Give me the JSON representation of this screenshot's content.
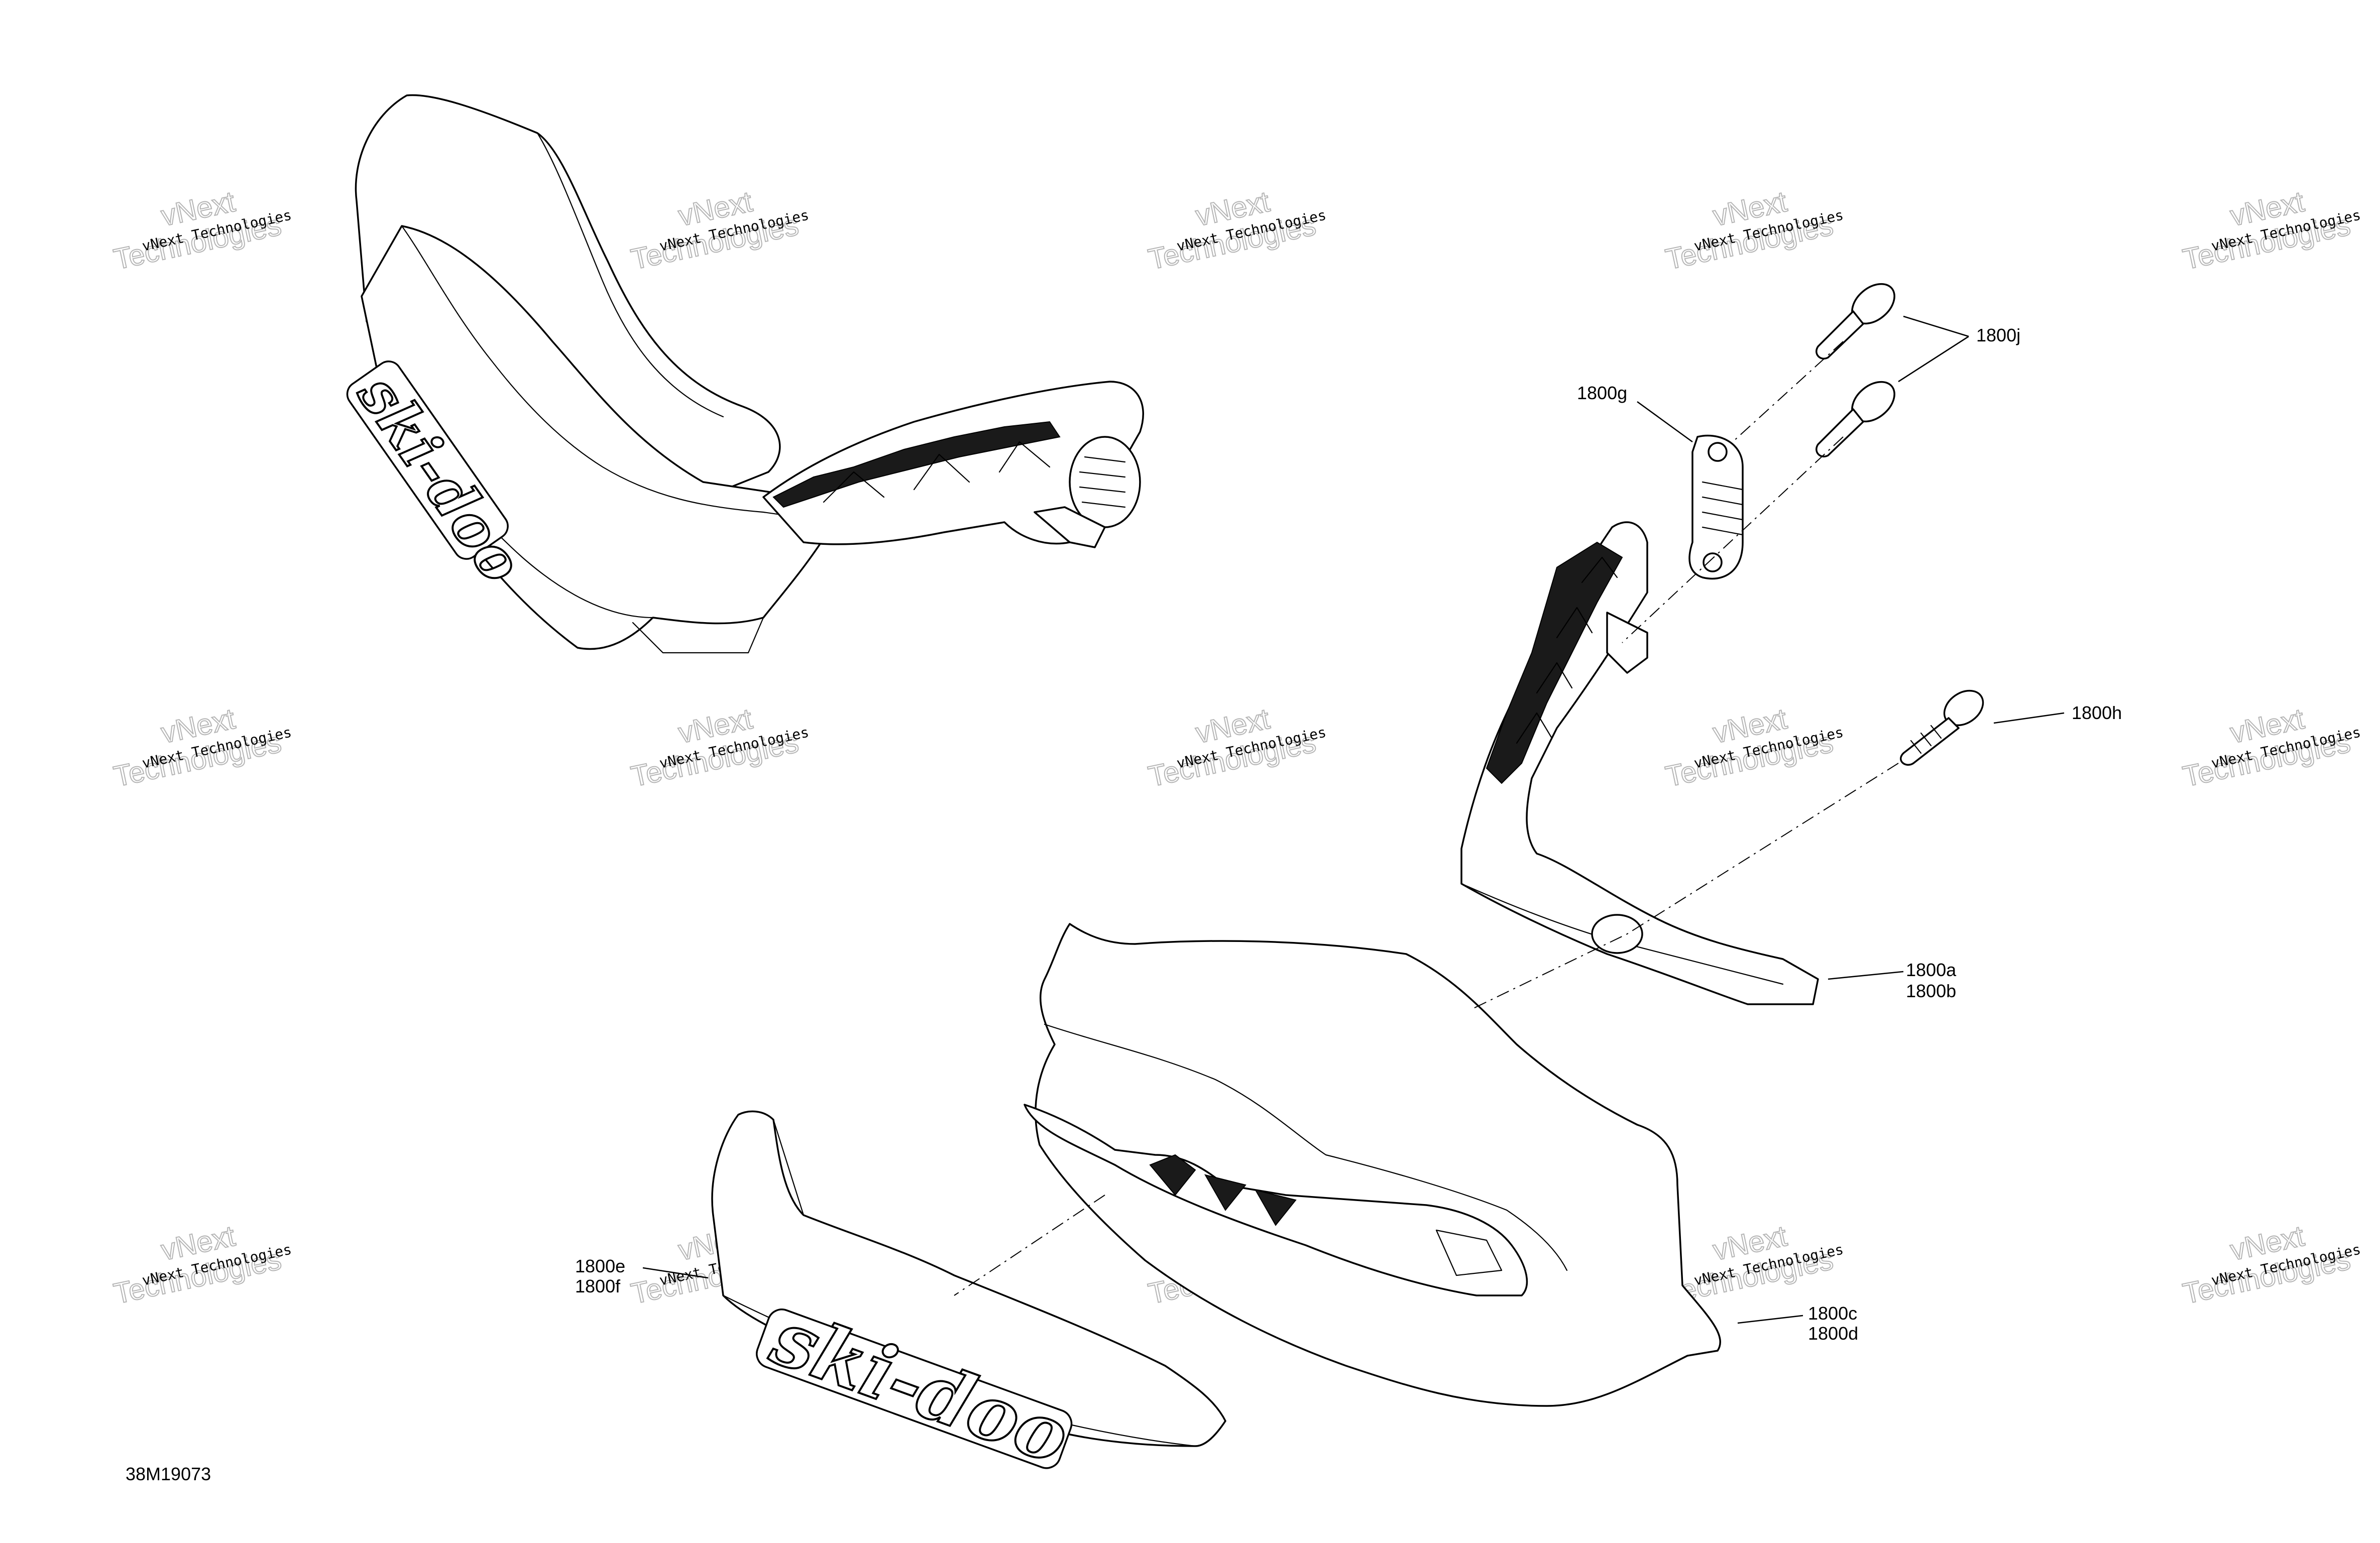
{
  "callouts": {
    "c1800j": "1800j",
    "c1800g": "1800g",
    "c1800h": "1800h",
    "c1800a": "1800a",
    "c1800b": "1800b",
    "c1800e": "1800e",
    "c1800f": "1800f",
    "c1800c": "1800c",
    "c1800d": "1800d"
  },
  "drawing_number": "38M19073",
  "watermark": {
    "line1": "vNext Technologies",
    "outline_line1": "vNext",
    "outline_line2": "Technologies"
  },
  "logo_text": "ski-doo"
}
